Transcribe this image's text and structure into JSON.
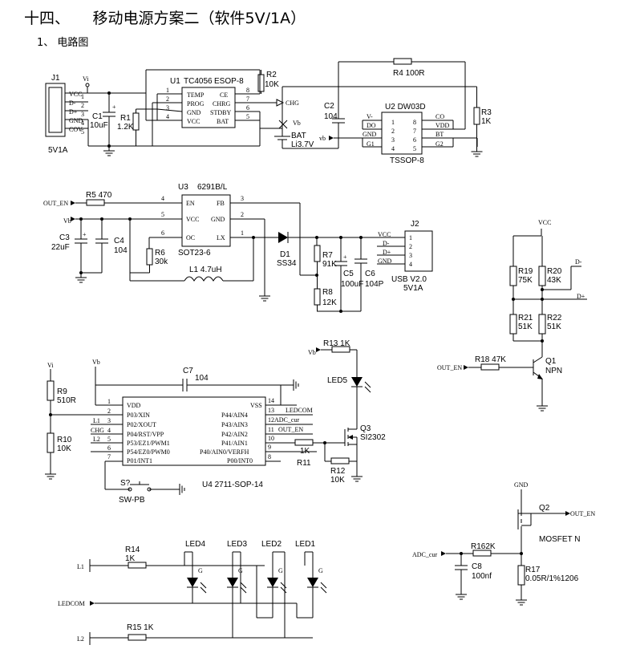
{
  "heading": {
    "title": "十四、　　移动电源方案二（软件5V/1A）",
    "section": "1、 电路图"
  },
  "labels": {
    "vcc": "VCC",
    "dminus": "D-",
    "dplus": "D+",
    "gnd": "GND",
    "cov": "COV",
    "vi": "Vi",
    "vb": "Vb",
    "vb2": "vb",
    "vcc_j2": "VCC",
    "chg": "CHG",
    "out_en": "OUT_EN",
    "adc_cur": "ADC_cur",
    "ledcom": "LEDCOM",
    "l1": "L1",
    "l2": "L2"
  },
  "components": {
    "j1": {
      "ref": "J1",
      "sub": "5V1A"
    },
    "c1": {
      "ref": "C1",
      "value": "10uF"
    },
    "r1": {
      "ref": "R1",
      "value": "1.2K"
    },
    "u1": {
      "ref": "U1",
      "part": "TC4056",
      "pkg": "ESOP-8",
      "pins_left": [
        "TEMP",
        "PROG",
        "GND",
        "VCC"
      ],
      "pins_right": [
        "CE",
        "CHRG",
        "STDBY",
        "BAT"
      ]
    },
    "r2": {
      "ref": "R2",
      "value": "10K"
    },
    "r4": {
      "ref": "R4",
      "value": "100R"
    },
    "c2": {
      "ref": "C2",
      "value": "104"
    },
    "bat": {
      "ref": "BAT",
      "value": "Li3.7V"
    },
    "u2": {
      "ref": "U2",
      "part": "DW03D",
      "pkg": "TSSOP-8",
      "pins_left": [
        "V-",
        "DO",
        "GND",
        "G1"
      ],
      "pins_right": [
        "CO",
        "VDD",
        "BT",
        "G2"
      ]
    },
    "r3": {
      "ref": "R3",
      "value": "1K"
    },
    "r5": {
      "ref": "R5",
      "value": "470"
    },
    "u3": {
      "ref": "U3",
      "part": "6291B/L",
      "pkg": "SOT23-6",
      "pins_left": [
        "EN",
        "VCC",
        "OC"
      ],
      "pins_right": [
        "FB",
        "GND",
        "LX"
      ]
    },
    "c3": {
      "ref": "C3",
      "value": "22uF"
    },
    "c4": {
      "ref": "C4",
      "value": "104"
    },
    "r6": {
      "ref": "R6",
      "value": "30k"
    },
    "l1": {
      "ref": "L1",
      "value": "4.7uH"
    },
    "d1": {
      "ref": "D1",
      "value": "SS34"
    },
    "r7": {
      "ref": "R7",
      "value": "91K"
    },
    "r8": {
      "ref": "R8",
      "value": "12K"
    },
    "c5": {
      "ref": "C5",
      "value": "100uF"
    },
    "c6": {
      "ref": "C6",
      "value": "104P"
    },
    "j2": {
      "ref": "J2",
      "sub": "USB  V2.0",
      "sub2": "5V1A"
    },
    "r19": {
      "ref": "R19",
      "value": "75K"
    },
    "r20": {
      "ref": "R20",
      "value": "43K"
    },
    "r21": {
      "ref": "R21",
      "value": "51K"
    },
    "r22": {
      "ref": "R22",
      "value": "51K"
    },
    "r18": {
      "ref": "R18",
      "value": "47K"
    },
    "q1": {
      "ref": "Q1",
      "value": "NPN"
    },
    "r9": {
      "ref": "R9",
      "value": "510R"
    },
    "r10": {
      "ref": "R10",
      "value": "10K"
    },
    "c7": {
      "ref": "C7",
      "value": "104"
    },
    "u4": {
      "ref": "U4",
      "part": "2711-SOP-14",
      "pins_left": [
        "VDD",
        "P03/XIN",
        "P02/XOUT",
        "P04/RST/VPP",
        "P53/EZ1/PWM1",
        "P54/EZ0/PWM0",
        "P01/INT1"
      ],
      "pins_right": [
        "VSS",
        "P44/AIN4",
        "P43/AIN3",
        "P42/AIN2",
        "P41/AIN1",
        "P40/AIN0/VERFH",
        "P00/INT0"
      ]
    },
    "r13": {
      "ref": "R13",
      "value": "1K"
    },
    "led5": {
      "ref": "LED5"
    },
    "q3": {
      "ref": "Q3",
      "value": "SI2302"
    },
    "r11": {
      "ref": "R11",
      "value": "1K"
    },
    "r12": {
      "ref": "R12",
      "value": "10K"
    },
    "s": {
      "ref": "S?",
      "value": "SW-PB"
    },
    "q2": {
      "ref": "Q2",
      "value": "MOSFET N"
    },
    "r16": {
      "ref": "R16",
      "value": "2K"
    },
    "c8": {
      "ref": "C8",
      "value": "100nf"
    },
    "r17": {
      "ref": "R17",
      "value": "0.05R/1%1206"
    },
    "r14": {
      "ref": "R14",
      "value": "1K"
    },
    "r15": {
      "ref": "R15",
      "value": "1K"
    },
    "leds": [
      "LED4",
      "LED3",
      "LED2",
      "LED1"
    ],
    "led_g": "G"
  }
}
